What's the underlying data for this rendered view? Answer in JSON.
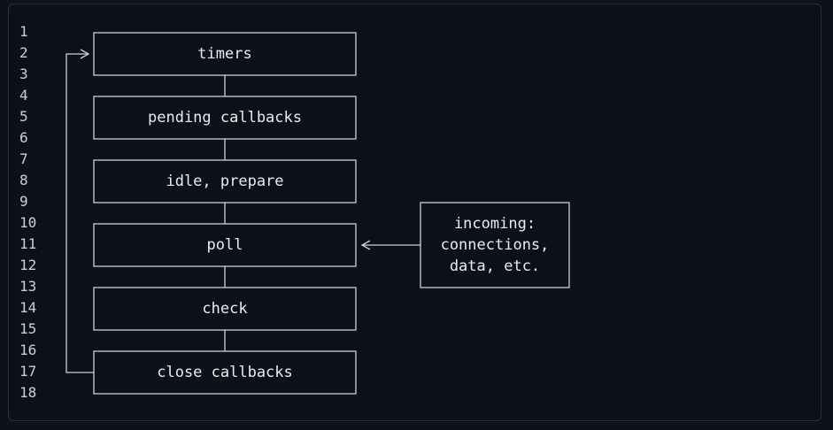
{
  "line_numbers": [
    "1",
    "2",
    "3",
    "4",
    "5",
    "6",
    "7",
    "8",
    "9",
    "10",
    "11",
    "12",
    "13",
    "14",
    "15",
    "16",
    "17",
    "18"
  ],
  "phases": {
    "timers": "timers",
    "pending_callbacks": "pending callbacks",
    "idle_prepare": "idle, prepare",
    "poll": "poll",
    "check": "check",
    "close_callbacks": "close callbacks"
  },
  "incoming": {
    "line1": "incoming:",
    "line2": "connections,",
    "line3": "data, etc."
  },
  "colors": {
    "background": "#0d1117",
    "text": "#e6edf3",
    "line_number": "#c9d1d9",
    "stroke": "#c9d1d9"
  }
}
